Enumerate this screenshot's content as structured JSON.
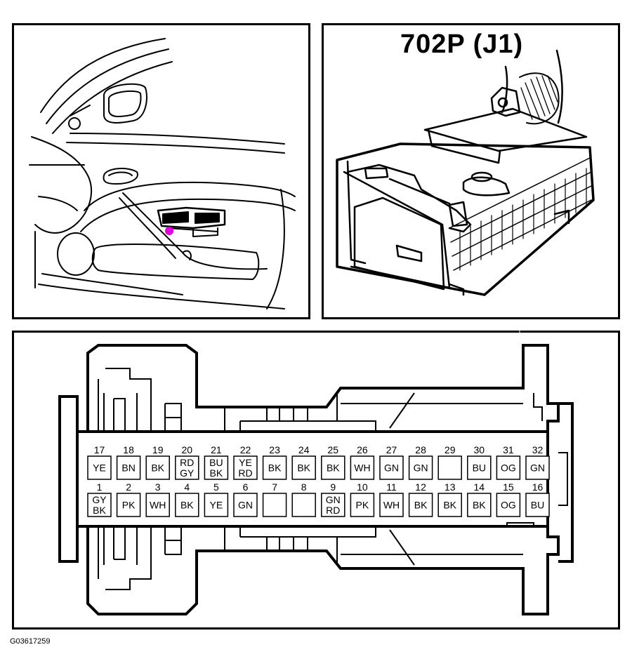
{
  "connector": {
    "title": "702P (J1)",
    "figure_code": "G03617259"
  },
  "location": {
    "highlight_color": "#e000e0"
  },
  "pins": [
    {
      "num": "17",
      "colors": [
        "YE"
      ]
    },
    {
      "num": "18",
      "colors": [
        "BN"
      ]
    },
    {
      "num": "19",
      "colors": [
        "BK"
      ]
    },
    {
      "num": "20",
      "colors": [
        "RD",
        "GY"
      ]
    },
    {
      "num": "21",
      "colors": [
        "BU",
        "BK"
      ]
    },
    {
      "num": "22",
      "colors": [
        "YE",
        "RD"
      ]
    },
    {
      "num": "23",
      "colors": [
        "BK"
      ]
    },
    {
      "num": "24",
      "colors": [
        "BK"
      ]
    },
    {
      "num": "25",
      "colors": [
        "BK"
      ]
    },
    {
      "num": "26",
      "colors": [
        "WH"
      ]
    },
    {
      "num": "27",
      "colors": [
        "GN"
      ]
    },
    {
      "num": "28",
      "colors": [
        "GN"
      ]
    },
    {
      "num": "29",
      "colors": []
    },
    {
      "num": "30",
      "colors": [
        "BU"
      ]
    },
    {
      "num": "31",
      "colors": [
        "OG"
      ]
    },
    {
      "num": "32",
      "colors": [
        "GN"
      ]
    },
    {
      "num": "1",
      "colors": [
        "GY",
        "BK"
      ]
    },
    {
      "num": "2",
      "colors": [
        "PK"
      ]
    },
    {
      "num": "3",
      "colors": [
        "WH"
      ]
    },
    {
      "num": "4",
      "colors": [
        "BK"
      ]
    },
    {
      "num": "5",
      "colors": [
        "YE"
      ]
    },
    {
      "num": "6",
      "colors": [
        "GN"
      ]
    },
    {
      "num": "7",
      "colors": []
    },
    {
      "num": "8",
      "colors": []
    },
    {
      "num": "9",
      "colors": [
        "GN",
        "RD"
      ]
    },
    {
      "num": "10",
      "colors": [
        "PK"
      ]
    },
    {
      "num": "11",
      "colors": [
        "WH"
      ]
    },
    {
      "num": "12",
      "colors": [
        "BK"
      ]
    },
    {
      "num": "13",
      "colors": [
        "BK"
      ]
    },
    {
      "num": "14",
      "colors": [
        "BK"
      ]
    },
    {
      "num": "15",
      "colors": [
        "OG"
      ]
    },
    {
      "num": "16",
      "colors": [
        "BU"
      ]
    }
  ]
}
